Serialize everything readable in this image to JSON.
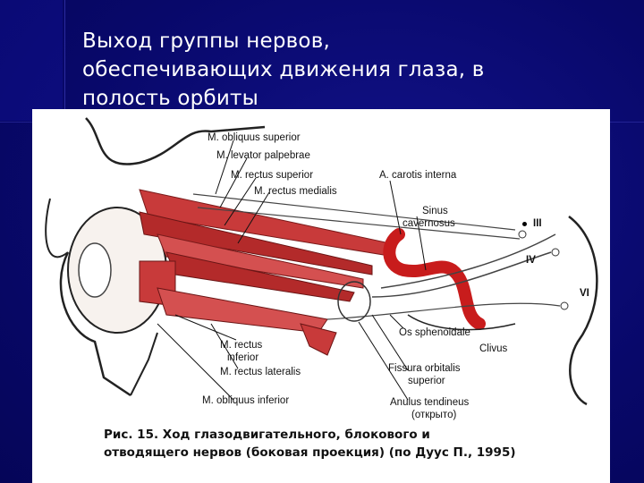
{
  "slide": {
    "title": "Выход группы нервов,\nобеспечивающих движения глаза, в\nполость орбиты"
  },
  "figure": {
    "labels": {
      "obliquus_superior": "M. obliquus superior",
      "levator_palpebrae": "M. levator palpebrae",
      "rectus_superior": "M. rectus superior",
      "rectus_medialis": "M. rectus medialis",
      "carotis_interna": "A. carotis interna",
      "sinus_cavernosus_1": "Sinus",
      "sinus_cavernosus_2": "cavernosus",
      "nerve_iii": "III",
      "nerve_iv": "IV",
      "nerve_vi": "VI",
      "os_sphenoidale": "Os sphenoidale",
      "clivus": "Clivus",
      "rectus_inferior_1": "M. rectus",
      "rectus_inferior_2": "inferior",
      "rectus_lateralis": "M. rectus lateralis",
      "fissura_1": "Fissura orbitalis",
      "fissura_2": "superior",
      "obliquus_inferior": "M. obliquus inferior",
      "anulus_1": "Anulus tendineus",
      "anulus_2": "(открыто)"
    },
    "caption": "Рис. 15. Ход глазодвигательного, блокового и\nотводящего нервов (боковая проекция) (по Дуус П., 1995)"
  }
}
